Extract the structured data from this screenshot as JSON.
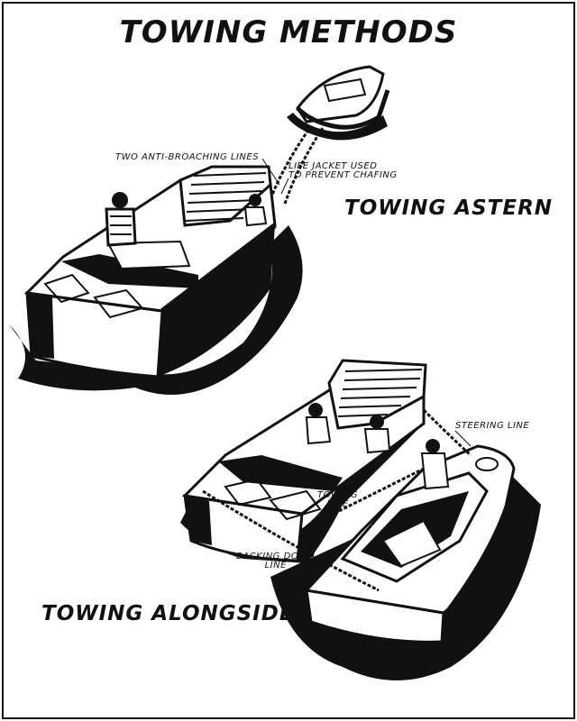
{
  "title": "TOWING METHODS",
  "sections": {
    "astern": {
      "heading": "TOWING ASTERN",
      "labels": {
        "anti_broaching": "TWO ANTI-BROACHING LINES",
        "life_jacket": "LIFE JACKET USED\nTO PREVENT CHAFING"
      }
    },
    "alongside": {
      "heading": "TOWING ALONGSIDE",
      "labels": {
        "steering_line": "STEERING LINE",
        "towing_line": "TOWING\nLINE",
        "backing_down_line": "BACKING DOWN\nLINE"
      }
    }
  }
}
